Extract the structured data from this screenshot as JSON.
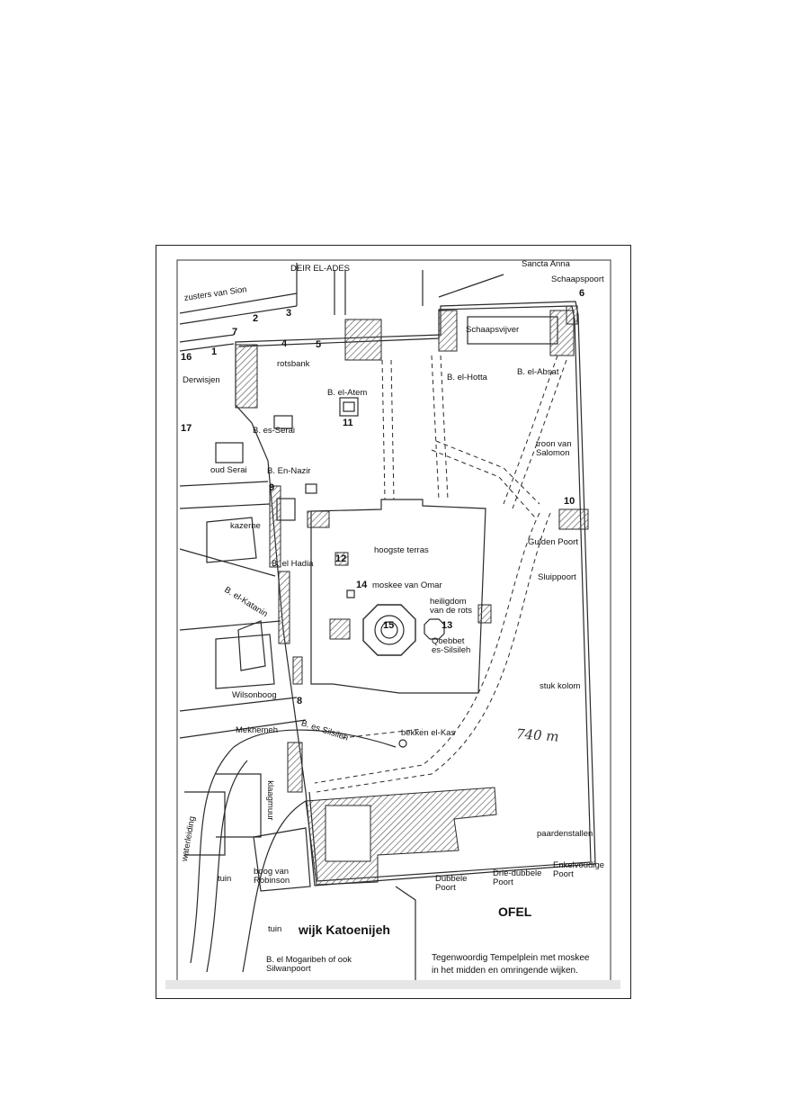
{
  "labels": {
    "deir_el_ades": "DEIR EL-ADES",
    "sancta_anna": "Sancta Anna",
    "schaapspoort": "Schaapspoort",
    "zusters_van_sion": "zusters van Sion",
    "schaapsvijver": "Schaapsvijver",
    "rotsbank": "rotsbank",
    "derwisjen": "Derwisjen",
    "b_el_hotta": "B. el-Hotta",
    "b_el_absat": "B. el-Absat",
    "b_el_atem": "B. el-Atem",
    "b_es_serai": "B. es-Serai",
    "troon_van_salomon": "troon van\nSalomon",
    "oud_serai": "oud Serai",
    "b_en_nazir": "B. En-Nazir",
    "kazerne": "kazerne",
    "hoogste_terras": "hoogste terras",
    "gulden_poort": "Gulden Poort",
    "b_el_hadia": "B. el Hadia",
    "sluippoort": "Sluippoort",
    "b_el_katanin": "B. el-Katanin",
    "moskee_van_omar": "moskee van Omar",
    "heiligdom": "heiligdom\nvan de rots",
    "qoebbet": "Qoebbet\nes-Silsileh",
    "stuk_kolom": "stuk kolom",
    "wilsonboog": "Wilsonboog",
    "mekhemeh": "Mekhemeh",
    "b_es_silsileh": "B. es Silsileh",
    "bekken_el_kas": "bekken el-Kas",
    "klaagmuur": "klaagmuur",
    "waterleiding": "waterleiding",
    "paardenstallen": "paardenstallen",
    "tuin1": "tuin",
    "boog_van_robinson": "boog van\nRobinson",
    "dubbele_poort": "Dubbele\nPoort",
    "drie_dubbele_poort": "Drie-dubbele\nPoort",
    "enkelvoudige_poort": "Enkelvoudige\nPoort",
    "ofel": "OFEL",
    "tuin2": "tuin",
    "wijk_katoenijeh": "wijk Katoenijeh",
    "b_el_mogaribeh": "B. el Mogaribeh of ook\nSilwanpoort",
    "handwritten_measure": "740 m"
  },
  "numbers": [
    "1",
    "2",
    "3",
    "4",
    "5",
    "6",
    "7",
    "8",
    "9",
    "10",
    "11",
    "12",
    "13",
    "14",
    "15",
    "16",
    "17"
  ],
  "caption": "Tegenwoordig Tempelplein met moskee\nin het midden en omringende wijken.",
  "colors": {
    "ink": "#2a2a2a",
    "hatch": "#555555",
    "paper": "#ffffff"
  }
}
